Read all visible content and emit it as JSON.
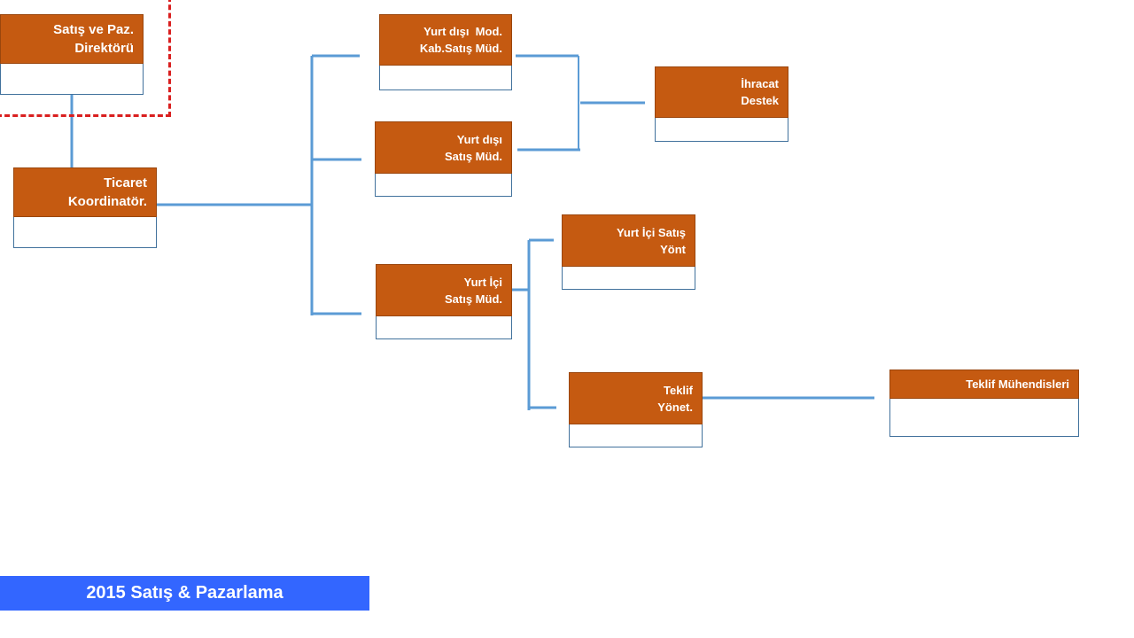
{
  "nodes": {
    "director": {
      "line1": "Satış ve Paz.",
      "line2": "Direktörü"
    },
    "trade_coordinator": {
      "line1": "Ticaret",
      "line2": "Koordinatör."
    },
    "foreign_mod_sales": {
      "line1": "Yurt dışı  Mod.",
      "line2": "Kab.Satış Müd."
    },
    "foreign_sales": {
      "line1": "Yurt dışı",
      "line2": "Satış Müd."
    },
    "domestic_sales": {
      "line1": "Yurt İçi",
      "line2": "Satış Müd."
    },
    "export_support": {
      "line1": "İhracat",
      "line2": "Destek"
    },
    "domestic_sales_mgmt": {
      "line1": "Yurt İçi Satış",
      "line2": "Yönt"
    },
    "quote_mgmt": {
      "line1": "Teklif",
      "line2": "Yönet."
    },
    "quote_engineers": {
      "line1": "Teklif Mühendisleri"
    }
  },
  "footer": {
    "title": "2015 Satış & Pazarlama"
  },
  "colors": {
    "node_header": "#c55a11",
    "node_border": "#41719c",
    "connector": "#5b9bd5",
    "highlight_dash": "#d91f1f",
    "footer_bg": "#3366ff"
  }
}
